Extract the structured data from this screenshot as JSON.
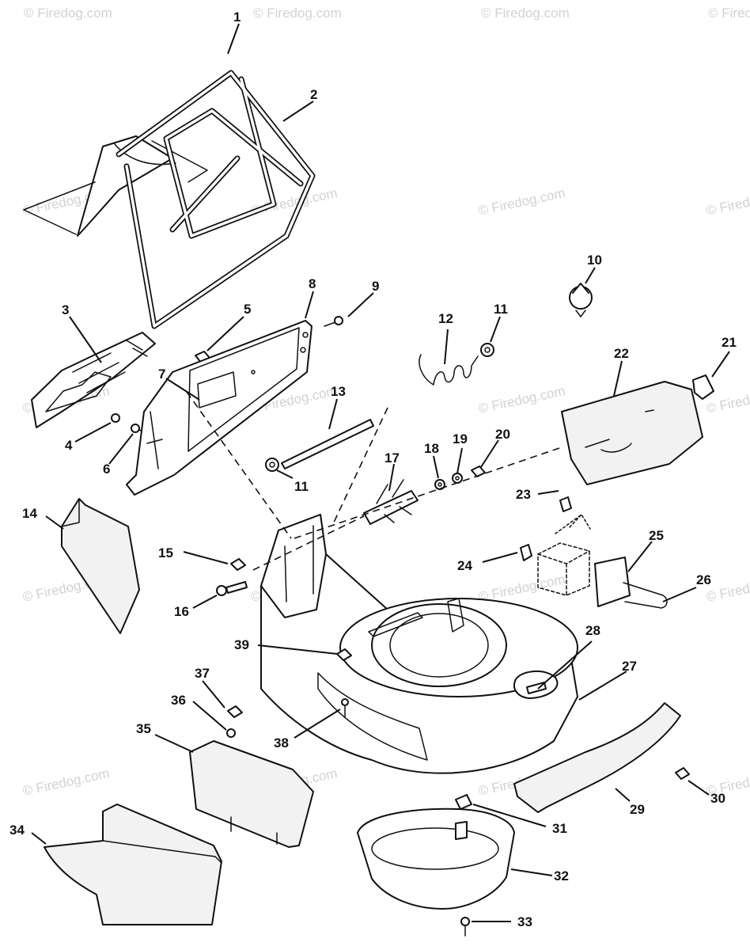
{
  "watermark": {
    "text": "© Firedog.com",
    "color": "#d2d2d2"
  },
  "callouts": {
    "c1": "1",
    "c2": "2",
    "c3": "3",
    "c4": "4",
    "c5": "5",
    "c6": "6",
    "c7": "7",
    "c8": "8",
    "c9": "9",
    "c10": "10",
    "c11a": "11",
    "c11b": "11",
    "c12": "12",
    "c13": "13",
    "c14": "14",
    "c15": "15",
    "c16": "16",
    "c17": "17",
    "c18": "18",
    "c19": "19",
    "c20": "20",
    "c21": "21",
    "c22": "22",
    "c23": "23",
    "c24": "24",
    "c25": "25",
    "c26": "26",
    "c27": "27",
    "c28": "28",
    "c29": "29",
    "c30": "30",
    "c31": "31",
    "c32": "32",
    "c33": "33",
    "c34": "34",
    "c35": "35",
    "c36": "36",
    "c37": "37",
    "c38": "38",
    "c39": "39"
  }
}
